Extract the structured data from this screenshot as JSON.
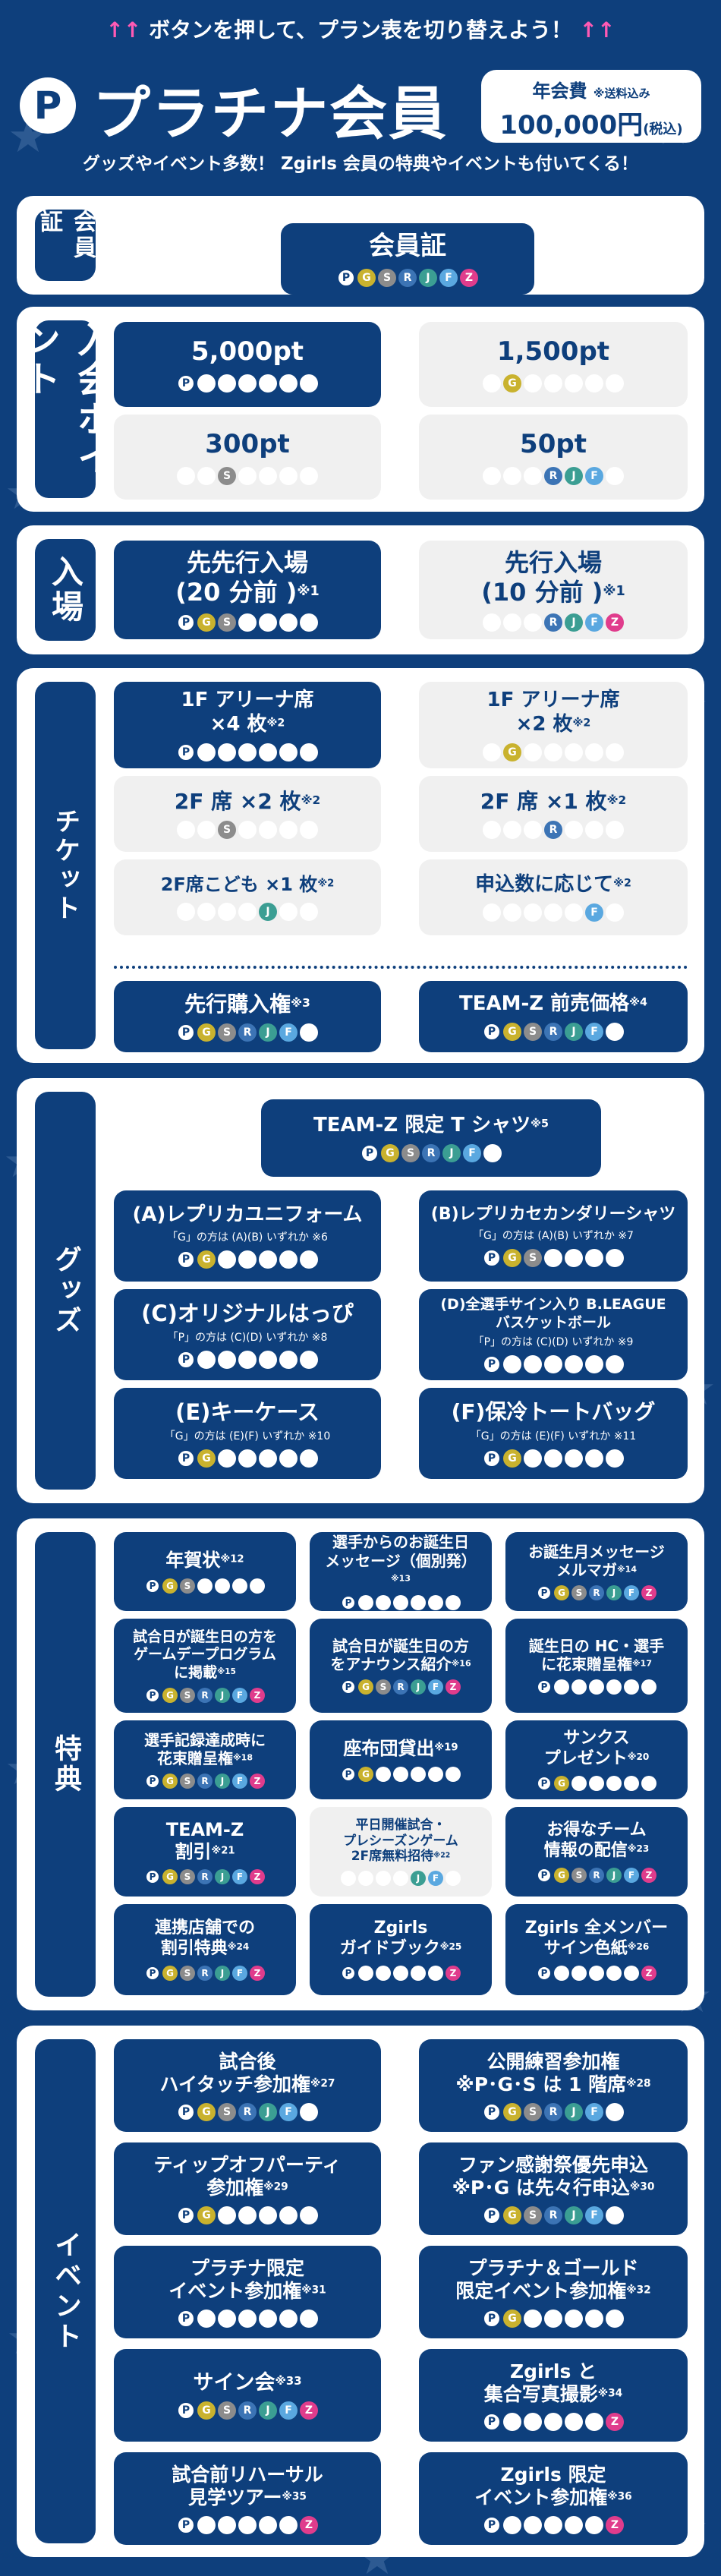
{
  "header": {
    "hint_arrows": "↑↑",
    "hint": "ボタンを押して、プラン表を切り替えよう！",
    "p_logo": "P",
    "title": "プラチナ会員",
    "fee_label": "年会費",
    "fee_note": "※送料込み",
    "fee_value": "100,000円",
    "fee_tax": "(税込)",
    "subtitle": "グッズやイベント多数！ Zgirls 会員の特典やイベントも付いてくる！"
  },
  "palette": {
    "P": "#0e3f7c",
    "G": "#c9b22e",
    "S": "#8c8c8c",
    "R": "#3c74b5",
    "J": "#3b9e93",
    "F": "#5aa8e0",
    "Z": "#e03c8c"
  },
  "tiers": [
    "P",
    "G",
    "S",
    "R",
    "J",
    "F",
    "Z"
  ],
  "sections": [
    {
      "label": "会員証",
      "cells": [
        {
          "title": "会員証",
          "active": [
            "P",
            "G",
            "S",
            "R",
            "J",
            "F",
            "Z"
          ]
        }
      ]
    },
    {
      "label": "入会ポイント",
      "cells": [
        {
          "title": "5,000pt",
          "active": [
            "P"
          ]
        },
        {
          "title": "1,500pt",
          "active": [
            "G"
          ]
        },
        {
          "title": "300pt",
          "active": [
            "S"
          ]
        },
        {
          "title": "50pt",
          "active": [
            "R",
            "J",
            "F"
          ]
        }
      ]
    },
    {
      "label": "入場",
      "cells": [
        {
          "title": "先先行入場\n(20 分前 )",
          "ref": "※1",
          "active": [
            "P",
            "G",
            "S"
          ]
        },
        {
          "title": "先行入場\n(10 分前 )",
          "ref": "※1",
          "active": [
            "R",
            "J",
            "F",
            "Z"
          ]
        }
      ]
    },
    {
      "label": "チケット",
      "cells": [
        {
          "title": "1F アリーナ席\n×4 枚",
          "ref": "※2",
          "active": [
            "P"
          ]
        },
        {
          "title": "1F アリーナ席\n×2 枚",
          "ref": "※2",
          "active": [
            "G"
          ]
        },
        {
          "title": "2F 席 ×2 枚",
          "ref": "※2",
          "active": [
            "S"
          ]
        },
        {
          "title": "2F 席 ×1 枚",
          "ref": "※2",
          "active": [
            "R"
          ]
        },
        {
          "title": "2F席こども ×1 枚",
          "ref": "※2",
          "active": [
            "J"
          ]
        },
        {
          "title": "申込数に応じて",
          "ref": "※2",
          "active": [
            "F"
          ]
        },
        {
          "title": "先行購入権",
          "ref": "※3",
          "active": [
            "P",
            "G",
            "S",
            "R",
            "J",
            "F"
          ]
        },
        {
          "title": "TEAM-Z 前売価格",
          "ref": "※4",
          "active": [
            "P",
            "G",
            "S",
            "R",
            "J",
            "F"
          ]
        }
      ]
    },
    {
      "label": "グッズ",
      "cells": [
        {
          "title": "TEAM-Z 限定 T シャツ",
          "ref": "※5",
          "active": [
            "P",
            "G",
            "S",
            "R",
            "J",
            "F"
          ]
        },
        {
          "title": "(A)レプリカユニフォーム",
          "note": "「G」の方は (A)(B) いずれか ※6",
          "active": [
            "P",
            "G"
          ]
        },
        {
          "title": "(B)レプリカセカンダリーシャツ",
          "note": "「G」の方は (A)(B) いずれか ※7",
          "active": [
            "P",
            "G",
            "S"
          ]
        },
        {
          "title": "(C)オリジナルはっぴ",
          "note": "「P」の方は (C)(D) いずれか ※8",
          "active": [
            "P"
          ]
        },
        {
          "title": "(D)全選手サイン入り B.LEAGUE\nバスケットボール",
          "note": "「P」の方は (C)(D) いずれか ※9",
          "active": [
            "P"
          ]
        },
        {
          "title": "(E)キーケース",
          "note": "「G」の方は (E)(F) いずれか ※10",
          "active": [
            "P",
            "G"
          ]
        },
        {
          "title": "(F)保冷トートバッグ",
          "note": "「G」の方は (E)(F) いずれか ※11",
          "active": [
            "P",
            "G"
          ]
        }
      ]
    },
    {
      "label": "特典",
      "cells": [
        {
          "title": "年賀状",
          "ref": "※12",
          "active": [
            "P",
            "G",
            "S"
          ]
        },
        {
          "title": "選手からのお誕生日\nメッセージ（個別発）",
          "ref": "※13",
          "active": [
            "P"
          ]
        },
        {
          "title": "お誕生月メッセージ\nメルマガ",
          "ref": "※14",
          "active": [
            "P",
            "G",
            "S",
            "R",
            "J",
            "F",
            "Z"
          ]
        },
        {
          "title": "試合日が誕生日の方を\nゲームデープログラム\nに掲載",
          "ref": "※15",
          "active": [
            "P",
            "G",
            "S",
            "R",
            "J",
            "F",
            "Z"
          ]
        },
        {
          "title": "試合日が誕生日の方\nをアナウンス紹介",
          "ref": "※16",
          "active": [
            "P",
            "G",
            "S",
            "R",
            "J",
            "F",
            "Z"
          ]
        },
        {
          "title": "誕生日の HC・選手\nに花束贈呈権",
          "ref": "※17",
          "active": [
            "P"
          ]
        },
        {
          "title": "選手記録達成時に\n花束贈呈権",
          "ref": "※18",
          "active": [
            "P",
            "G",
            "S",
            "R",
            "J",
            "F",
            "Z"
          ]
        },
        {
          "title": "座布団貸出",
          "ref": "※19",
          "active": [
            "P",
            "G"
          ]
        },
        {
          "title": "サンクス\nプレゼント",
          "ref": "※20",
          "active": [
            "P",
            "G"
          ]
        },
        {
          "title": "TEAM-Z\n割引",
          "ref": "※21",
          "active": [
            "P",
            "G",
            "S",
            "R",
            "J",
            "F",
            "Z"
          ]
        },
        {
          "title": "平日開催試合・\nプレシーズンゲーム\n2F席無料招待",
          "ref": "※22",
          "active": [
            "J",
            "F"
          ]
        },
        {
          "title": "お得なチーム\n情報の配信",
          "ref": "※23",
          "active": [
            "P",
            "G",
            "S",
            "R",
            "J",
            "F",
            "Z"
          ]
        },
        {
          "title": "連携店舗での\n割引特典",
          "ref": "※24",
          "active": [
            "P",
            "G",
            "S",
            "R",
            "J",
            "F",
            "Z"
          ]
        },
        {
          "title": "Zgirls\nガイドブック",
          "ref": "※25",
          "active": [
            "P",
            "Z"
          ]
        },
        {
          "title": "Zgirls 全メンバー\nサイン色紙",
          "ref": "※26",
          "active": [
            "P",
            "Z"
          ]
        }
      ]
    },
    {
      "label": "イベント",
      "cells": [
        {
          "title": "試合後\nハイタッチ参加権",
          "ref": "※27",
          "active": [
            "P",
            "G",
            "S",
            "R",
            "J",
            "F"
          ]
        },
        {
          "title": "公開練習参加権\n※P･G･S は 1 階席",
          "ref": "※28",
          "active": [
            "P",
            "G",
            "S",
            "R",
            "J",
            "F"
          ]
        },
        {
          "title": "ティップオフパーティ\n参加権",
          "ref": "※29",
          "active": [
            "P",
            "G"
          ]
        },
        {
          "title": "ファン感謝祭優先申込\n※P･G は先々行申込",
          "ref": "※30",
          "active": [
            "P",
            "G",
            "S",
            "R",
            "J",
            "F"
          ]
        },
        {
          "title": "プラチナ限定\nイベント参加権",
          "ref": "※31",
          "active": [
            "P"
          ]
        },
        {
          "title": "プラチナ＆ゴールド\n限定イベント参加権",
          "ref": "※32",
          "active": [
            "P",
            "G"
          ]
        },
        {
          "title": "サイン会",
          "ref": "※33",
          "active": [
            "P",
            "G",
            "S",
            "R",
            "J",
            "F",
            "Z"
          ]
        },
        {
          "title": "Zgirls と\n集合写真撮影",
          "ref": "※34",
          "active": [
            "P",
            "Z"
          ]
        },
        {
          "title": "試合前リハーサル\n見学ツアー",
          "ref": "※35",
          "active": [
            "P",
            "Z"
          ]
        },
        {
          "title": "Zgirls 限定\nイベント参加権",
          "ref": "※36",
          "active": [
            "P",
            "Z"
          ]
        }
      ]
    }
  ]
}
